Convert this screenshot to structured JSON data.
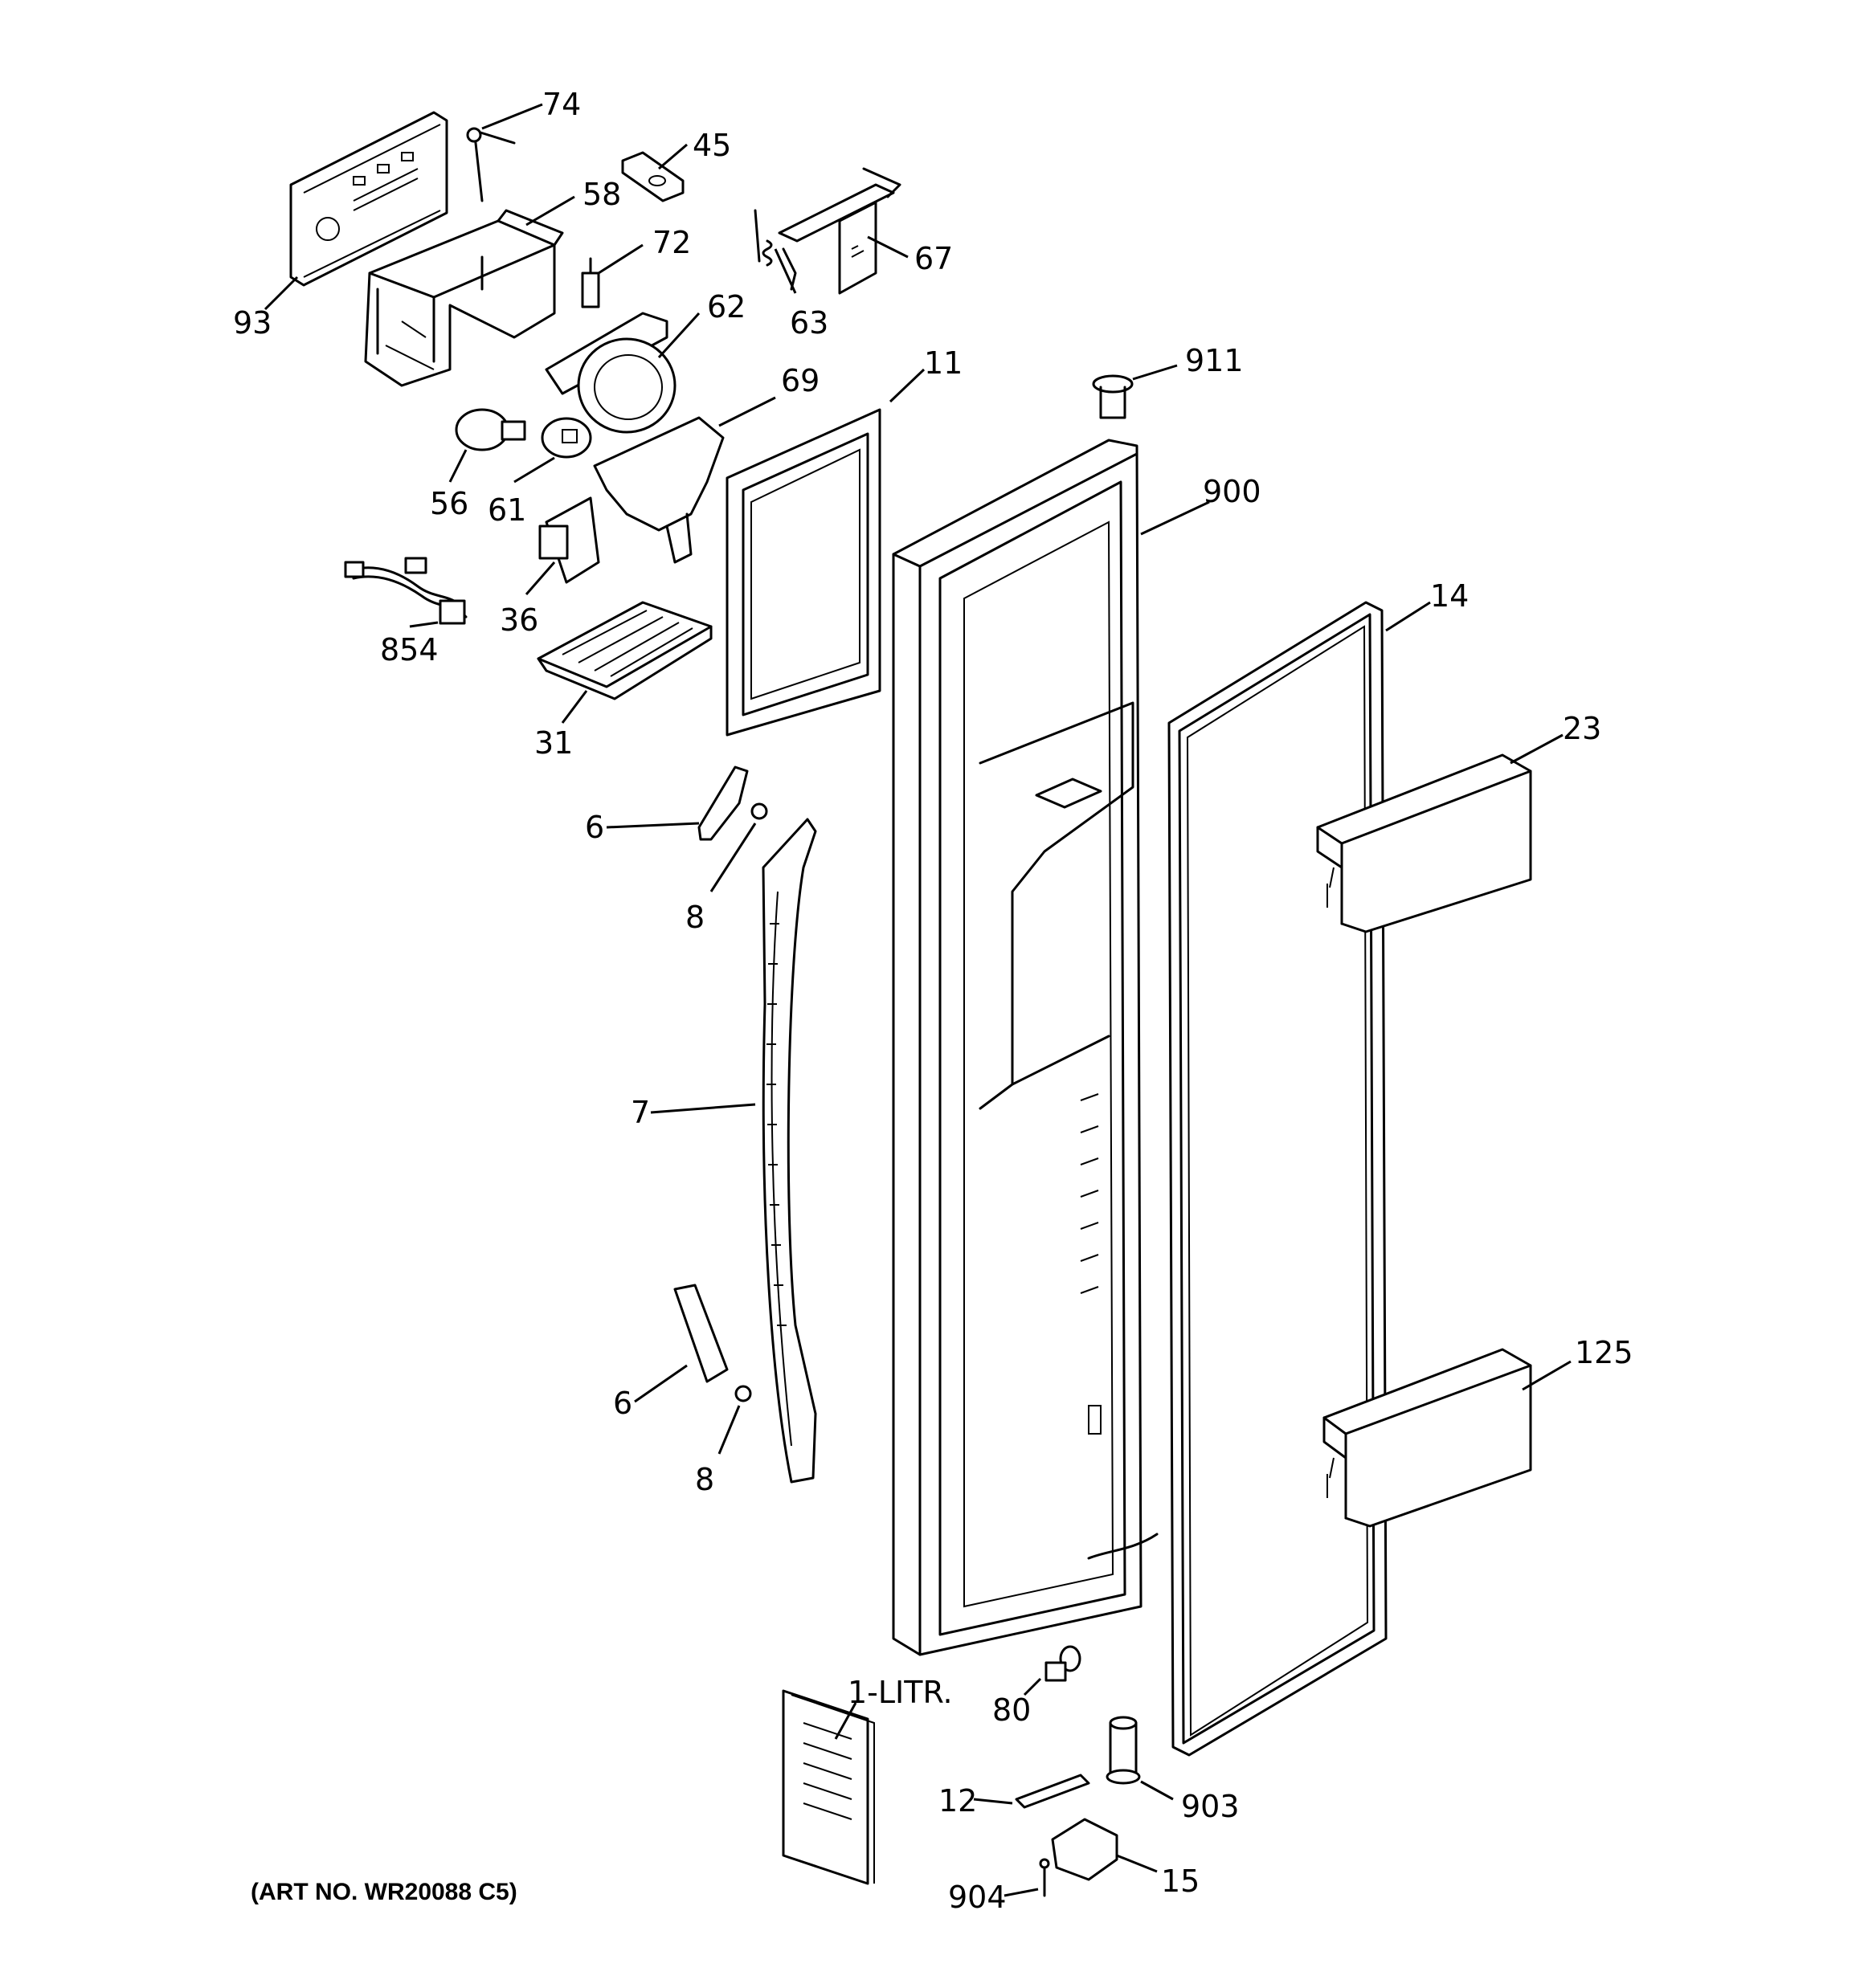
{
  "diagram": {
    "art_number": "(ART NO. WR20088 C5)",
    "callouts": [
      "74",
      "45",
      "58",
      "72",
      "67",
      "63",
      "93",
      "62",
      "911",
      "11",
      "69",
      "900",
      "56",
      "61",
      "36",
      "854",
      "14",
      "31",
      "23",
      "6",
      "8",
      "7",
      "125",
      "6",
      "8",
      "1-LITR.",
      "80",
      "12",
      "903",
      "904",
      "15"
    ]
  }
}
